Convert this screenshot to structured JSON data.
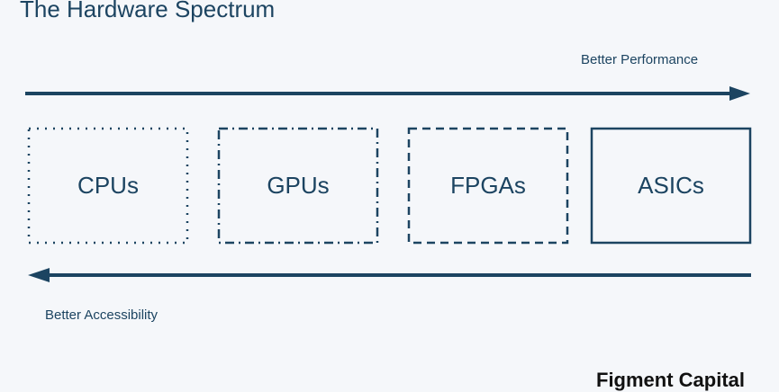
{
  "title": "The Hardware Spectrum",
  "top_arrow_label": "Better Performance",
  "bottom_arrow_label": "Better Accessibility",
  "boxes": [
    {
      "label": "CPUs",
      "border": "dotted"
    },
    {
      "label": "GPUs",
      "border": "dash-dot"
    },
    {
      "label": "FPGAs",
      "border": "dashed"
    },
    {
      "label": "ASICs",
      "border": "solid"
    }
  ],
  "brand": "Figment Capital",
  "colors": {
    "primary": "#1c4461",
    "background": "#f5f7fa"
  }
}
